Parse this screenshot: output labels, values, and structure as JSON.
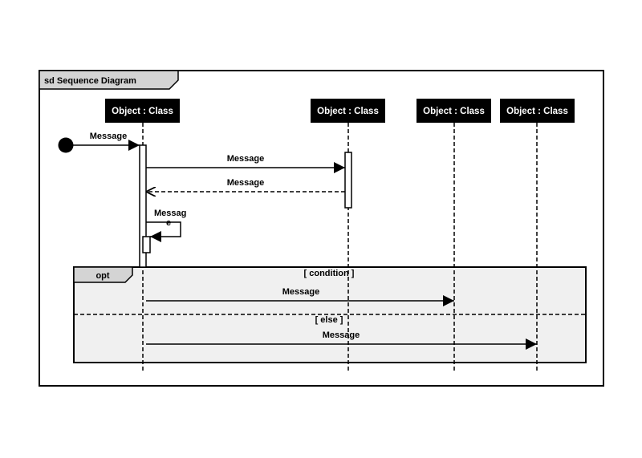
{
  "frame": {
    "label": "sd Sequence Diagram"
  },
  "lifelines": [
    {
      "label": "Object : Class"
    },
    {
      "label": "Object : Class"
    },
    {
      "label": "Object : Class"
    },
    {
      "label": "Object : Class"
    }
  ],
  "messages": {
    "found": "Message",
    "call": "Message",
    "reply": "Message",
    "self_line1": "Messag",
    "self_line2": "e",
    "opt_message": "Message",
    "else_message": "Message"
  },
  "fragment": {
    "operator": "opt",
    "guard": "[ condition ]",
    "else_guard": "[ else ]"
  },
  "colors": {
    "fragment_fill": "#f0f0f0",
    "tab_fill": "#d4d4d4",
    "header_fill": "#000000",
    "line": "#000000"
  }
}
